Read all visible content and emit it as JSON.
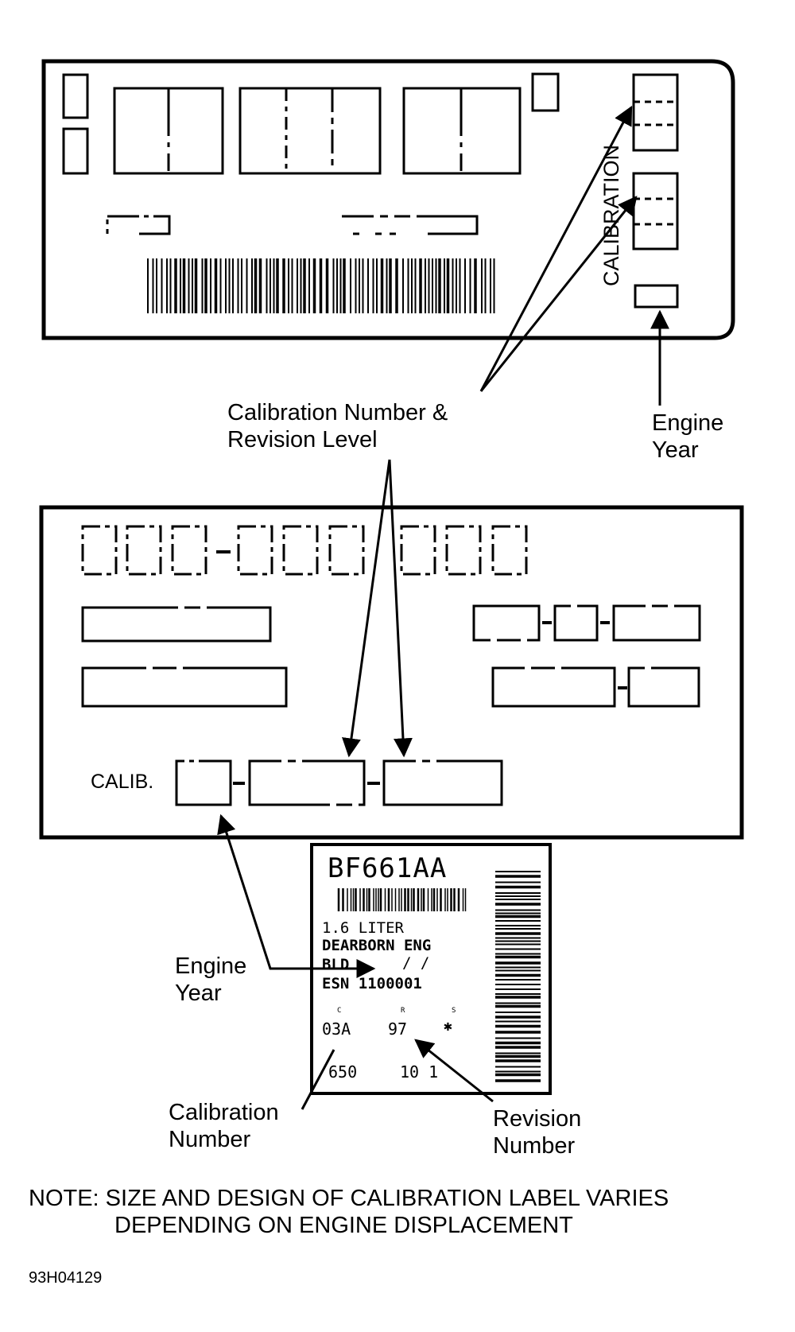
{
  "labels": {
    "calibration_vertical": "CALIBRATION",
    "calib_number_revision_line1": "Calibration Number &",
    "calib_number_revision_line2": "Revision Level",
    "engine_year_top_line1": "Engine",
    "engine_year_top_line2": "Year",
    "calib_prefix": "CALIB.",
    "engine_year_bottom_line1": "Engine",
    "engine_year_bottom_line2": "Year",
    "calibration_number_line1": "Calibration",
    "calibration_number_line2": "Number",
    "revision_number_line1": "Revision",
    "revision_number_line2": "Number"
  },
  "sticker": {
    "code": "BF661AA",
    "line1": "1.6 LITER",
    "line2": "DEARBORN ENG",
    "line3": "BLD",
    "line3_marks": "/   /",
    "line4": "ESN  1100001",
    "small_c": "C",
    "small_r": "R",
    "small_s": "S",
    "calibration_code": "03A",
    "revision_code": "97",
    "star": "✱",
    "bottom_a": "650",
    "bottom_b": "10  1"
  },
  "note": {
    "line1": "NOTE: SIZE AND DESIGN OF CALIBRATION LABEL VARIES",
    "line2": "DEPENDING ON ENGINE DISPLACEMENT"
  },
  "figure_id": "93H04129"
}
